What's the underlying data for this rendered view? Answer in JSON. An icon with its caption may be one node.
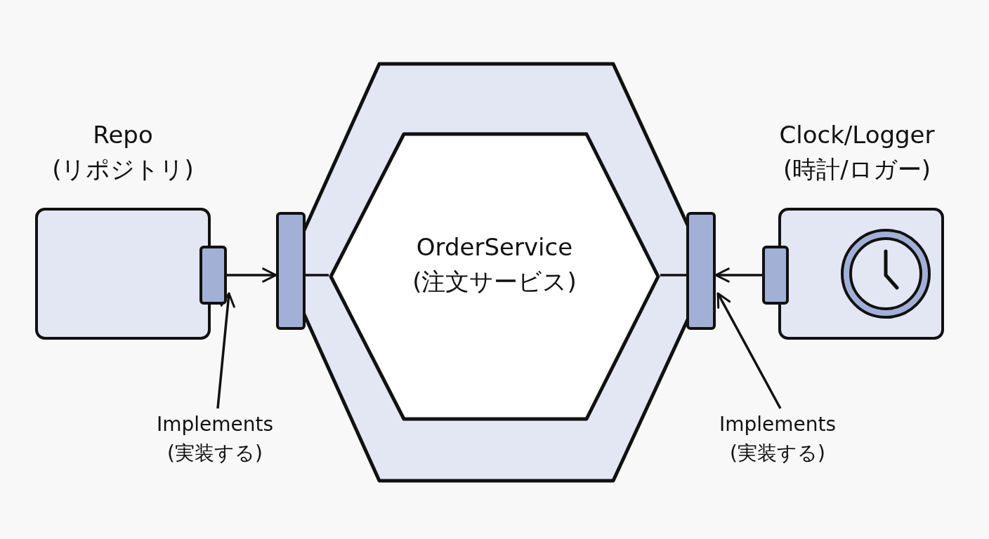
{
  "diagram": {
    "nodes": [
      {
        "text": [
          "Repo (リポジトリ)"
        ]
      },
      {
        "text": [],
        "shape": "bar"
      },
      {
        "text": [],
        "shape": "hexagon"
      },
      {
        "text": [
          "OrderService (注文サービス)"
        ],
        "in": 2
      },
      {
        "text": [],
        "shape": "bar"
      },
      {
        "text": [],
        "shape": "bar"
      },
      {
        "text": [
          "Clock/Logger (時計/ロガー)"
        ]
      },
      {
        "text": [],
        "shape": "bar"
      },
      {
        "text": [
          "Implements (実装する)"
        ]
      },
      {
        "text": [
          "Implements (実装する)"
        ]
      }
    ],
    "edges": [
      {
        "from": 1,
        "to": 4,
        "arrow": "to"
      },
      {
        "from": 4,
        "to": 3,
        "arrow": "none"
      },
      {
        "from": 7,
        "to": 5,
        "arrow": "to"
      },
      {
        "from": 5,
        "to": 3,
        "arrow": "none"
      },
      {
        "from": 8,
        "to": 1,
        "arrow": "to"
      },
      {
        "from": 9,
        "to": 5,
        "arrow": "to"
      }
    ]
  }
}
